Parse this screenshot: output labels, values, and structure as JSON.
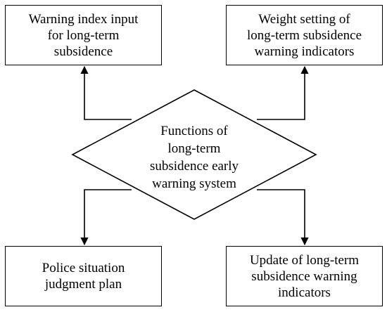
{
  "diagram": {
    "center": {
      "label": "Functions of\nlong-term\nsubsidence early\nwarning system"
    },
    "boxes": {
      "top_left": "Warning index input\nfor long-term\nsubsidence",
      "top_right": "Weight setting of\nlong-term subsidence\nwarning indicators",
      "bottom_left": "Police situation\njudgment plan",
      "bottom_right": "Update of long-term\nsubsidence  warning\nindicators"
    },
    "colors": {
      "stroke": "#000000",
      "fill": "#ffffff"
    }
  }
}
